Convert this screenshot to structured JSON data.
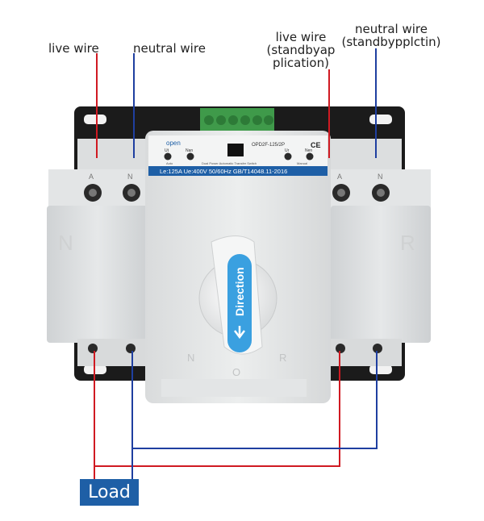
{
  "labels": {
    "live_wire_left": "live wire",
    "neutral_wire_left": "neutral wire",
    "live_wire_standby_line1": "live wire",
    "live_wire_standby_line2": "(standbyap",
    "live_wire_standby_line3": "plication)",
    "neutral_wire_standby_line1": "neutral wire",
    "neutral_wire_standby_line2": "(standbypplctin)",
    "load": "Load"
  },
  "device": {
    "brand": "open",
    "model": "OPD2F-125/2P",
    "ce_mark": "CE",
    "indicator_left_1": "Ut",
    "indicator_left_2": "Nan",
    "indicator_right_1": "Ur",
    "indicator_right_2": "Nen",
    "status_left": "Aoto",
    "status_mid": "Dual Power Automatic Transfer Switch",
    "status_right": "Manual",
    "rating": "Le:125A Ue:400V 50/60Hz GB/T14048.11-2016",
    "handle_text": "Direction",
    "terminal_left_a": "A",
    "terminal_left_n": "N",
    "terminal_right_a": "A",
    "terminal_right_n": "N",
    "side_left": "N",
    "side_right": "R",
    "dial_left": "N",
    "dial_mid": "O",
    "dial_right": "R"
  },
  "colors": {
    "live": "#d01a22",
    "neutral": "#1f3fa0",
    "load_bg": "#1e5fa6",
    "handle_blue": "#3aa0e0"
  }
}
